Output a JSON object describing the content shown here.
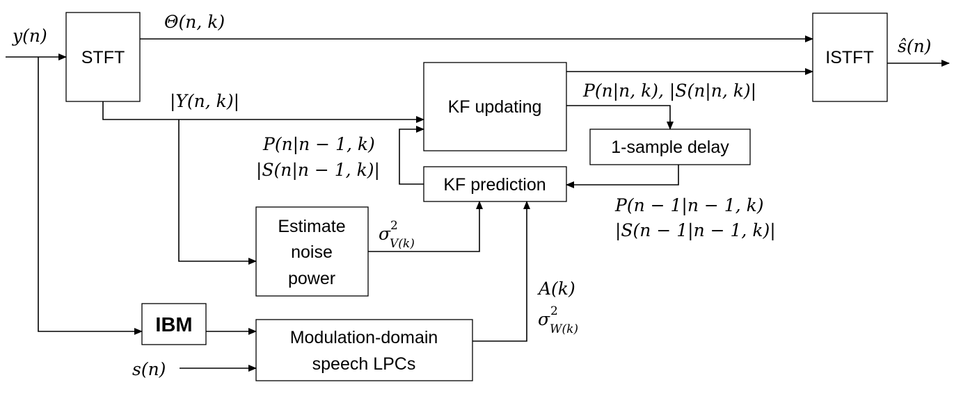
{
  "blocks": {
    "stft": "STFT",
    "istft": "ISTFT",
    "kf_updating": "KF updating",
    "delay": "1-sample delay",
    "kf_prediction": "KF prediction",
    "noise_est": [
      "Estimate",
      "noise",
      "power"
    ],
    "ibm": "IBM",
    "lpc": [
      "Modulation-domain",
      "speech LPCs"
    ]
  },
  "signals": {
    "input": "y(n)",
    "phase": "Θ(n, k)",
    "magnitude": "|Y(n, k)|",
    "output": "ŝ(n)",
    "update_out": "P(n|n, k), |S(n|n, k)|",
    "pred_out_1": "P(n|n − 1, k)",
    "pred_out_2": "|S(n|n − 1, k)|",
    "delay_out_1": "P(n − 1|n − 1, k)",
    "delay_out_2": "|S(n − 1|n − 1, k)|",
    "clean": "s(n)",
    "lpc_coef": "A(k)",
    "noise_var_base": "σ",
    "noise_var_sup": "2",
    "noise_var_sub": "V(k)",
    "speech_var_base": "σ",
    "speech_var_sup": "2",
    "speech_var_sub": "W(k)"
  }
}
